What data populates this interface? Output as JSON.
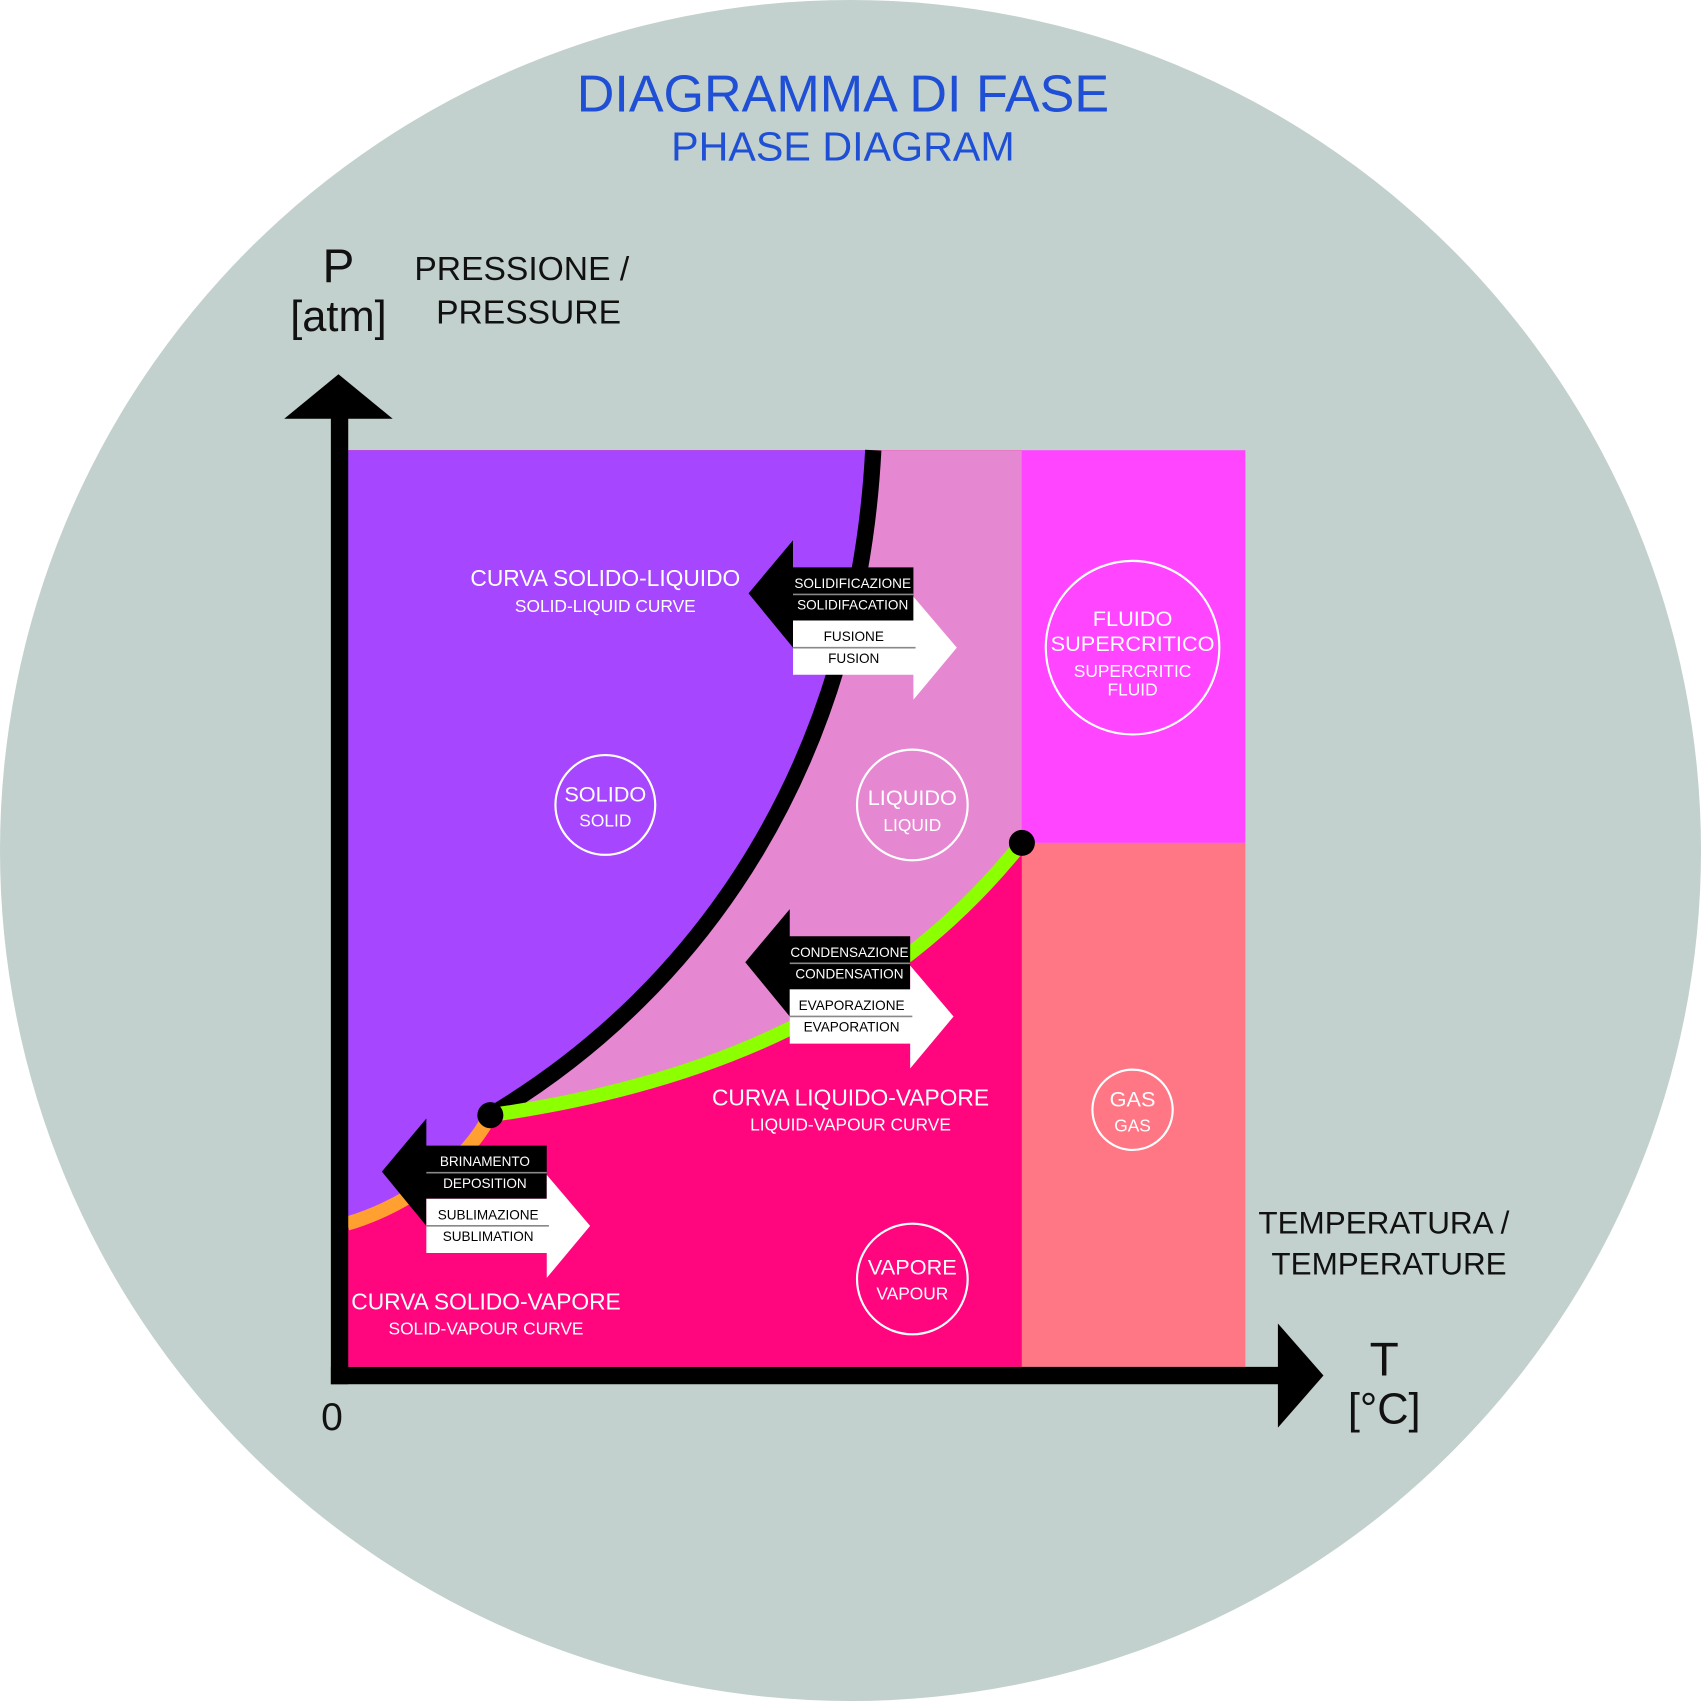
{
  "title": {
    "main": "DIAGRAMMA DI FASE",
    "sub": "PHASE DIAGRAM"
  },
  "axes": {
    "y": {
      "symbol": "P",
      "unit": "[atm]",
      "label_it": "PRESSIONE /",
      "label_en": "PRESSURE"
    },
    "x": {
      "symbol": "T",
      "unit": "[°C]",
      "label_it": "TEMPERATURA /",
      "label_en": "TEMPERATURE"
    },
    "origin": "0"
  },
  "curves": {
    "solid_liquid": {
      "it": "CURVA SOLIDO-LIQUIDO",
      "en": "SOLID-LIQUID CURVE"
    },
    "liquid_vapour": {
      "it": "CURVA LIQUIDO-VAPORE",
      "en": "LIQUID-VAPOUR CURVE"
    },
    "solid_vapour": {
      "it": "CURVA SOLIDO-VAPORE",
      "en": "SOLID-VAPOUR CURVE"
    }
  },
  "phases": {
    "solid": {
      "it": "SOLIDO",
      "en": "SOLID"
    },
    "liquid": {
      "it": "LIQUIDO",
      "en": "LIQUID"
    },
    "supercritical": {
      "it1": "FLUIDO",
      "it2": "SUPERCRITICO",
      "en1": "SUPERCRITIC",
      "en2": "FLUID"
    },
    "gas": {
      "it": "GAS",
      "en": "GAS"
    },
    "vapour": {
      "it": "VAPORE",
      "en": "VAPOUR"
    }
  },
  "transitions": [
    {
      "back_it": "SOLIDIFICAZIONE",
      "back_en": "SOLIDIFACATION",
      "fwd_it": "FUSIONE",
      "fwd_en": "FUSION"
    },
    {
      "back_it": "CONDENSAZIONE",
      "back_en": "CONDENSATION",
      "fwd_it": "EVAPORAZIONE",
      "fwd_en": "EVAPORATION"
    },
    {
      "back_it": "BRINAMENTO",
      "back_en": "DEPOSITION",
      "fwd_it": "SUBLIMAZIONE",
      "fwd_en": "SUBLIMATION"
    }
  ],
  "colors": {
    "background": "#c2d1cd",
    "solid": "#a647ff",
    "liquid": "#e687d2",
    "supercritical": "#ff45ff",
    "gas": "#ff7685",
    "vapour": "#ff067f",
    "liquid_vapour_curve": "#8cff00",
    "solid_vapour_curve": "#ffa030",
    "title": "#1f4fd4"
  }
}
